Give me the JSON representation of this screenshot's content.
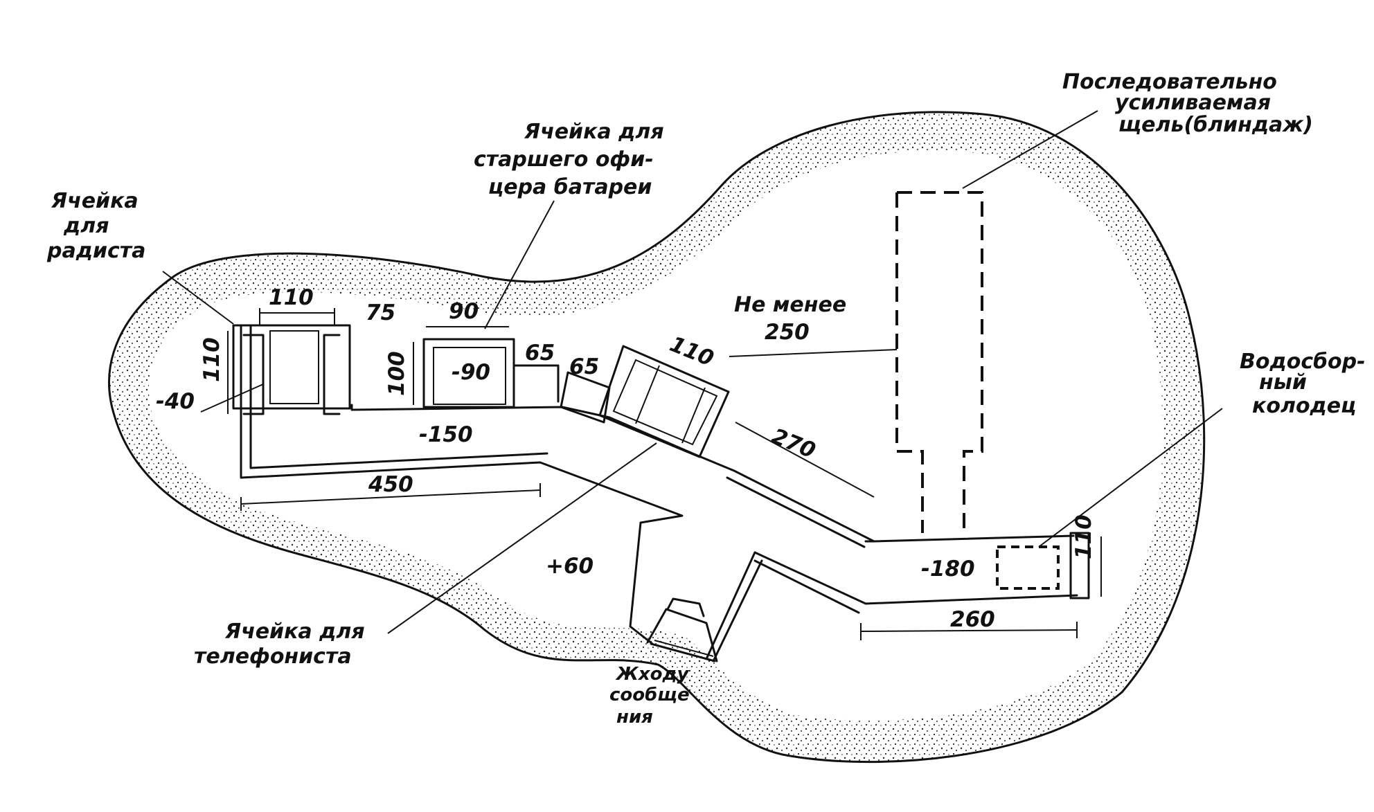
{
  "labels": {
    "radio_cell": [
      "Ячейка",
      "для",
      "радиста"
    ],
    "officer_cell": [
      "Ячейка для",
      "старшего офи-",
      "цера батареи"
    ],
    "dugout": [
      "Последовательно",
      "усиливаемая",
      "щель(блиндаж)"
    ],
    "well": [
      "Водосбор-",
      "ный",
      "колодец"
    ],
    "phone_cell": [
      "Ячейка для",
      "телефониста"
    ],
    "comm_passage": [
      "Жходу",
      "сообще",
      "ния"
    ],
    "not_less": [
      "Не менее",
      "250"
    ]
  },
  "dimensions": {
    "w110_top": "110",
    "d75": "75",
    "w90": "90",
    "h110_left": "110",
    "h100": "100",
    "e_minus40": "-40",
    "e_minus90": "-90",
    "d65a": "65",
    "d65b": "65",
    "w110_angled": "110",
    "e_minus150": "-150",
    "d450": "450",
    "d270": "270",
    "e_plus60": "+60",
    "e_minus180": "-180",
    "d260": "260",
    "h110_right": "110"
  },
  "colors": {
    "ink": "#111111",
    "background": "#ffffff"
  }
}
